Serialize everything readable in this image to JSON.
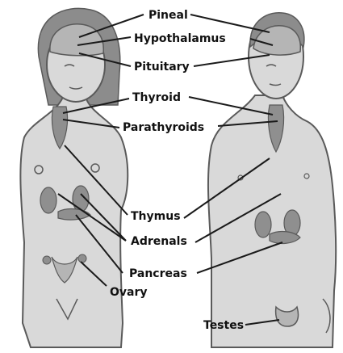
{
  "diagram": {
    "labels": {
      "pineal": "Pineal",
      "hypothalamus": "Hypothalamus",
      "pituitary": "Pituitary",
      "thyroid": "Thyroid",
      "parathyroids": "Parathyroids",
      "thymus": "Thymus",
      "adrenals": "Adrenals",
      "pancreas": "Pancreas",
      "ovary": "Ovary",
      "testes": "Testes"
    }
  },
  "colors": {
    "skin": "#d9d9d9",
    "outline": "#5a5a5a",
    "hair": "#8c8c8c",
    "brain": "#b5b5b5",
    "organ": "#8f8f8f",
    "line": "#1a1a1a"
  }
}
